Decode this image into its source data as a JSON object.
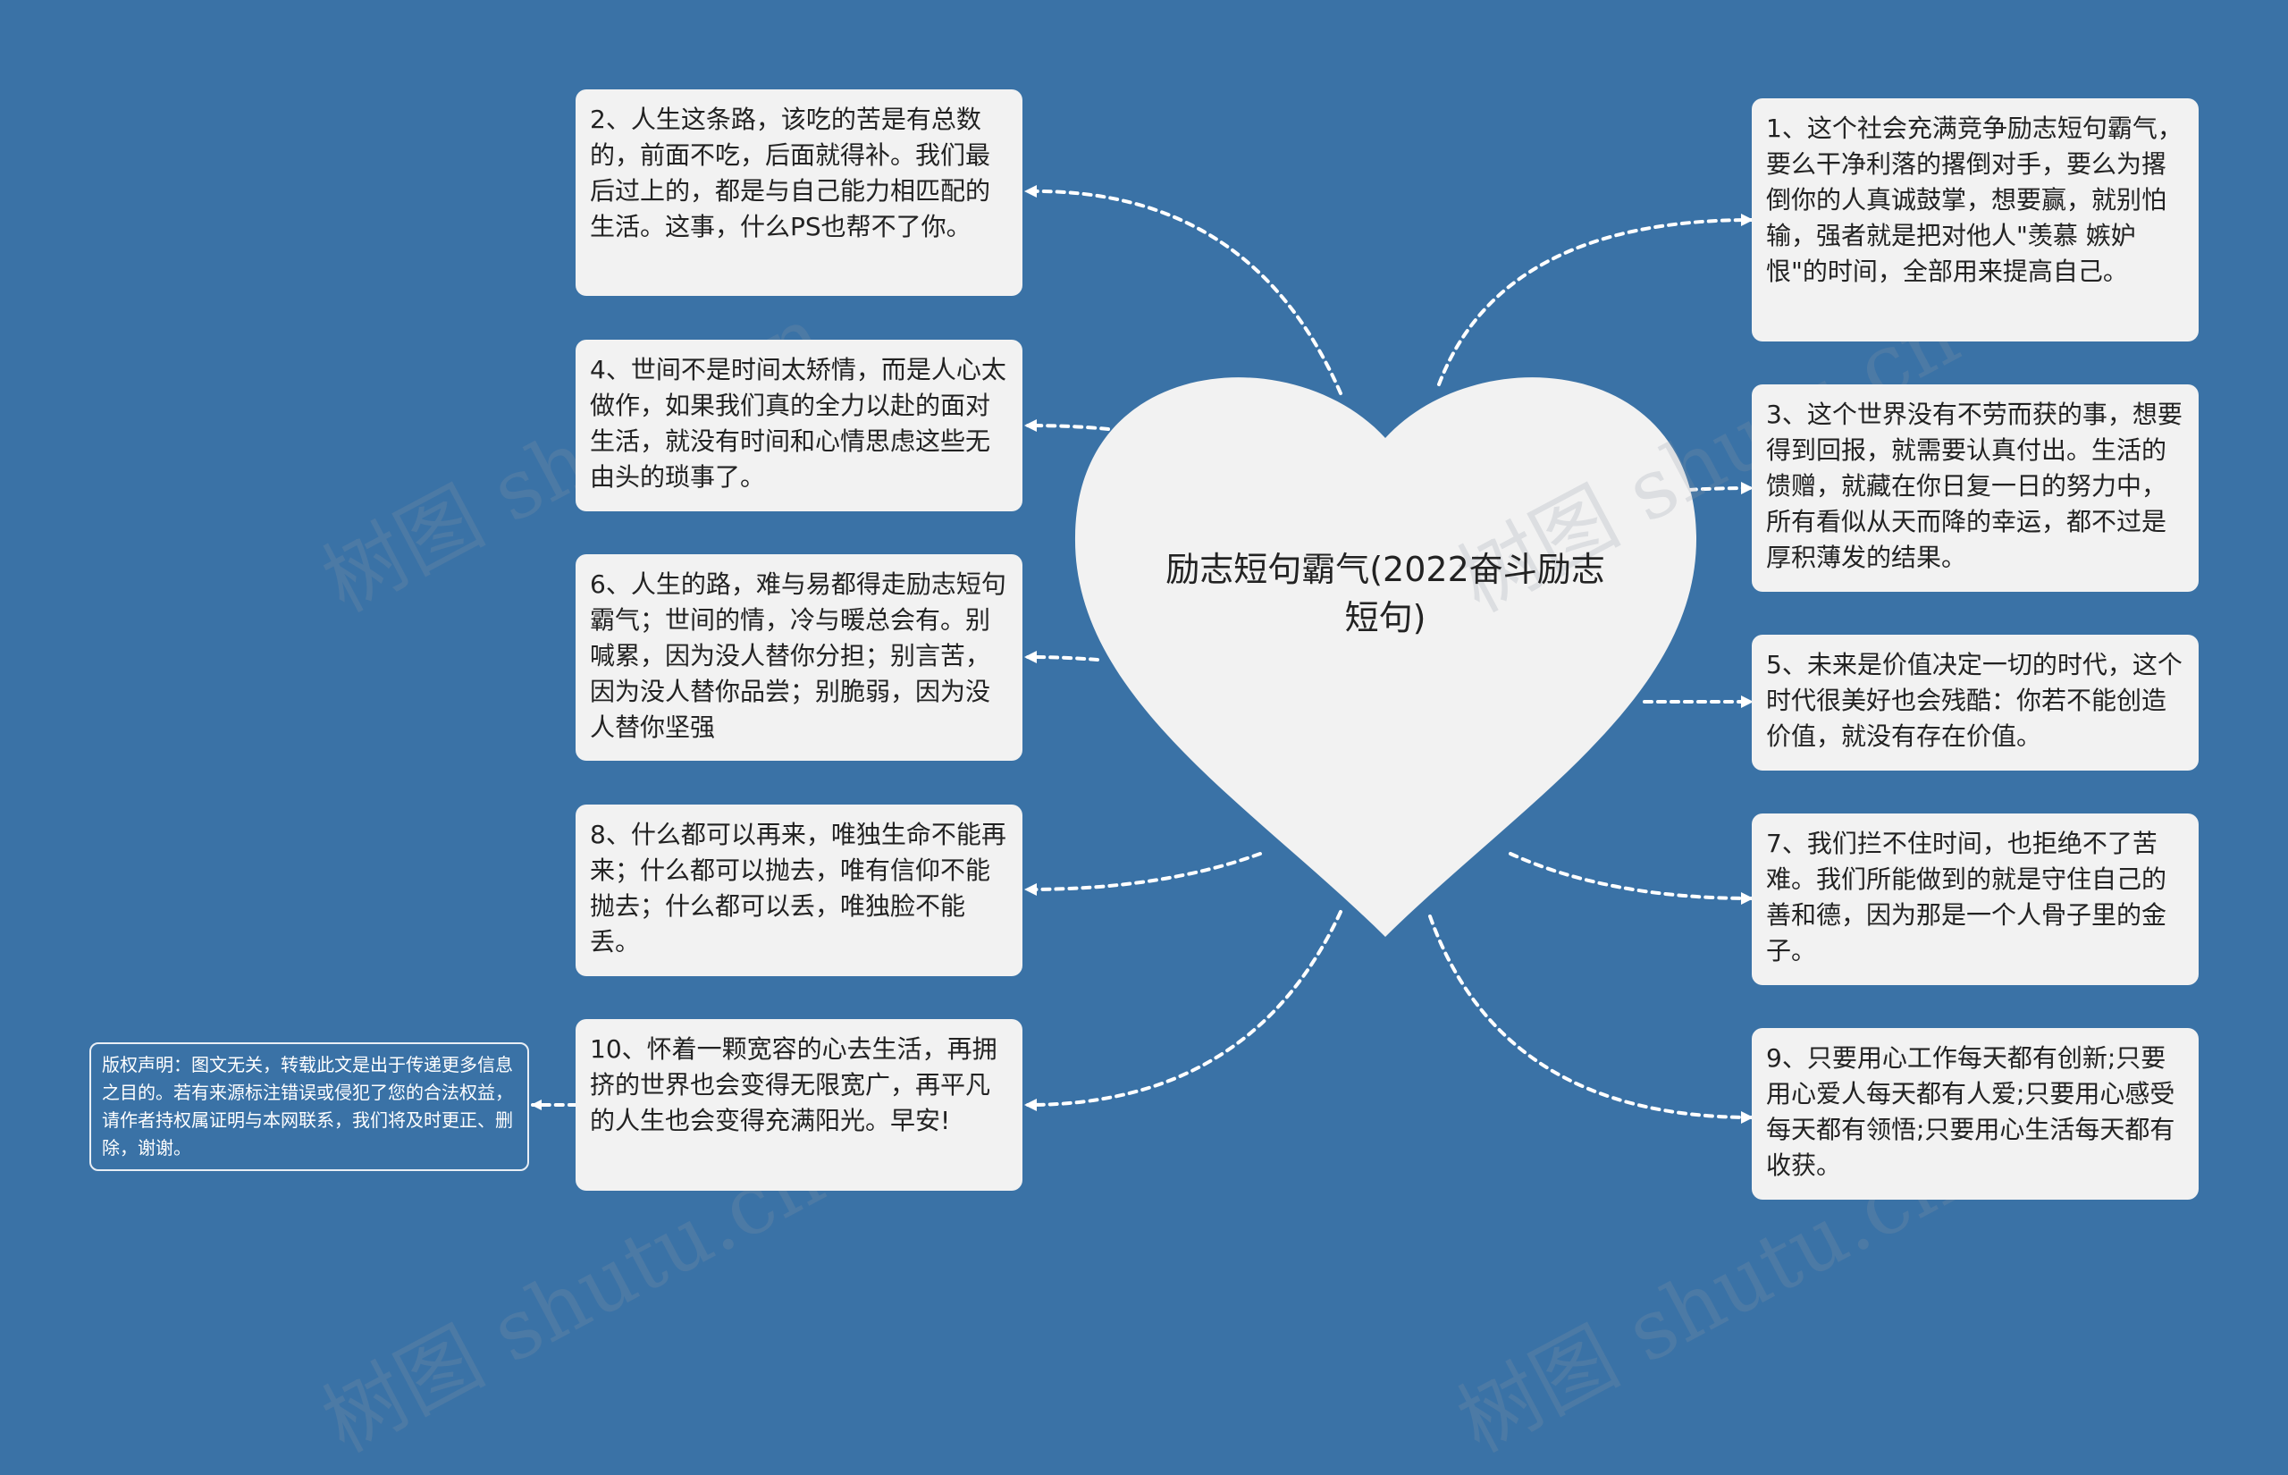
{
  "center": {
    "title": "励志短句霸气(2022奋斗励志短句)"
  },
  "left_cards": [
    {
      "text": "2、人生这条路，该吃的苦是有总数的，前面不吃，后面就得补。我们最后过上的，都是与自己能力相匹配的生活。这事，什么PS也帮不了你。"
    },
    {
      "text": "4、世间不是时间太矫情，而是人心太做作，如果我们真的全力以赴的面对生活，就没有时间和心情思虑这些无由头的琐事了。"
    },
    {
      "text": "6、人生的路，难与易都得走励志短句霸气；世间的情，冷与暖总会有。别喊累，因为没人替你分担；别言苦，因为没人替你品尝；别脆弱，因为没人替你坚强"
    },
    {
      "text": "8、什么都可以再来，唯独生命不能再来；什么都可以抛去，唯有信仰不能抛去；什么都可以丢，唯独脸不能丢。"
    },
    {
      "text": "10、怀着一颗宽容的心去生活，再拥挤的世界也会变得无限宽广，再平凡的人生也会变得充满阳光。早安!"
    }
  ],
  "right_cards": [
    {
      "text": "1、这个社会充满竞争励志短句霸气，要么干净利落的撂倒对手，要么为撂倒你的人真诚鼓掌，想要赢，就别怕输，强者就是把对他人\"羡慕 嫉妒 恨\"的时间，全部用来提高自己。"
    },
    {
      "text": "3、这个世界没有不劳而获的事，想要得到回报，就需要认真付出。生活的馈赠，就藏在你日复一日的努力中，所有看似从天而降的幸运，都不过是厚积薄发的结果。"
    },
    {
      "text": "5、未来是价值决定一切的时代，这个时代很美好也会残酷：你若不能创造价值，就没有存在价值。"
    },
    {
      "text": "7、我们拦不住时间，也拒绝不了苦难。我们所能做到的就是守住自己的善和德，因为那是一个人骨子里的金子。"
    },
    {
      "text": "9、只要用心工作每天都有创新;只要用心爱人每天都有人爱;只要用心感受每天都有领悟;只要用心生活每天都有收获。"
    }
  ],
  "copyright": {
    "text": "版权声明：图文无关，转载此文是出于传递更多信息之目的。若有来源标注错误或侵犯了您的合法权益，请作者持权属证明与本网联系，我们将及时更正、删除，谢谢。"
  },
  "watermark": {
    "text": "树图 shutu.cn"
  },
  "colors": {
    "background": "#3a72a6",
    "card": "#f2f2f2",
    "heart": "#f2f2f2",
    "connector": "#ffffff"
  }
}
